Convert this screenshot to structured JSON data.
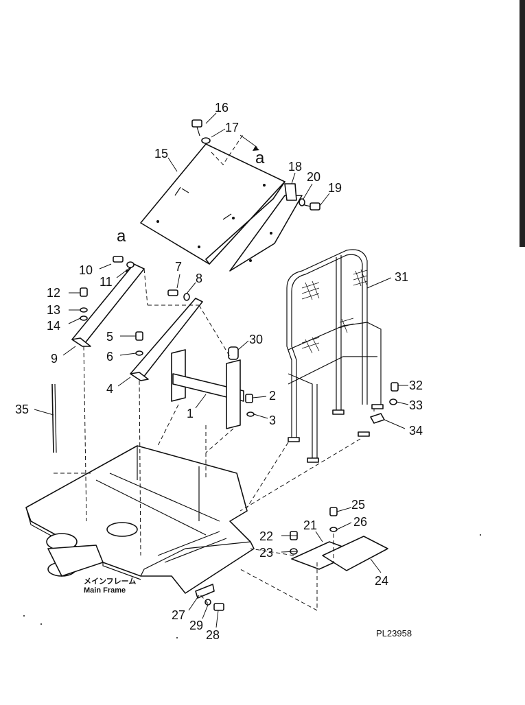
{
  "callouts": [
    "1",
    "2",
    "3",
    "4",
    "5",
    "6",
    "7",
    "8",
    "9",
    "10",
    "11",
    "12",
    "13",
    "14",
    "15",
    "16",
    "17",
    "18",
    "19",
    "20",
    "21",
    "22",
    "23",
    "24",
    "25",
    "26",
    "27",
    "28",
    "29",
    "30",
    "31",
    "32",
    "33",
    "34",
    "35"
  ],
  "ref_marker": "a",
  "main_frame_label_jp": "メインフレーム",
  "main_frame_label_en": "Main Frame",
  "drawing_number": "PL23958",
  "colors": {
    "ink": "#111111",
    "paper": "#ffffff"
  }
}
